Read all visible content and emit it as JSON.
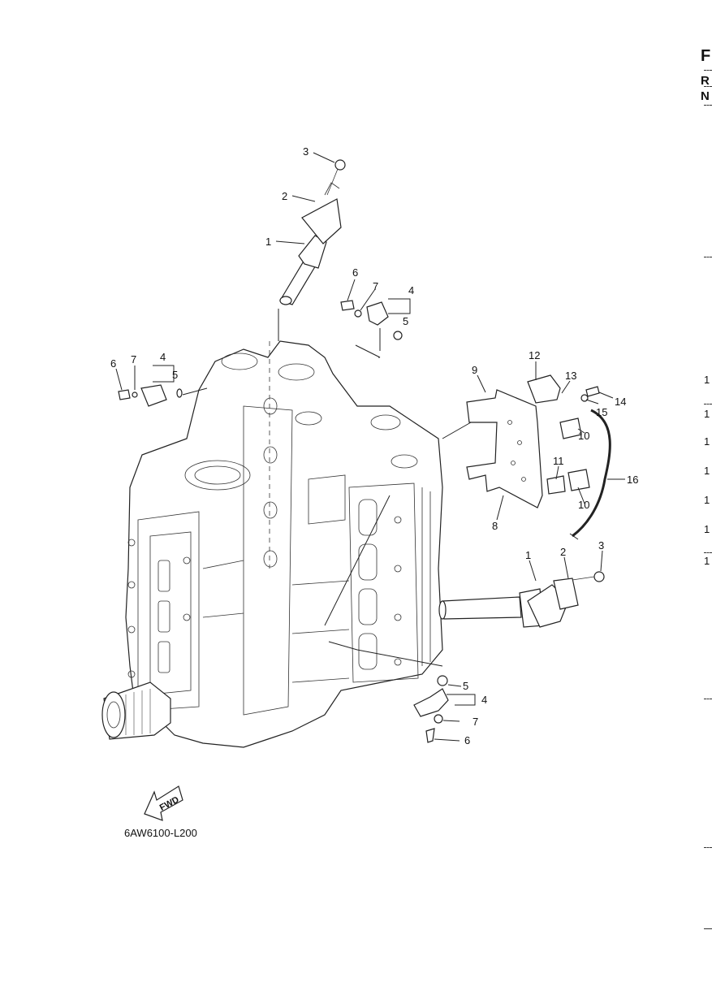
{
  "figure_code": "6AW6100-L200",
  "fwd_label": "FWD",
  "right_edge": {
    "headers": [
      "F",
      "R",
      "N"
    ],
    "row_numbers": [
      "1",
      "1",
      "1",
      "1",
      "1",
      "1",
      "1"
    ]
  },
  "callouts": {
    "c1a": "1",
    "c2a": "2",
    "c3a": "3",
    "c6a": "6",
    "c7a": "7",
    "c4a": "4",
    "c5a": "5",
    "c6b": "6",
    "c7b": "7",
    "c4b": "4",
    "c5b": "5",
    "c9": "9",
    "c12": "12",
    "c13": "13",
    "c14": "14",
    "c15": "15",
    "c16": "16",
    "c10a": "10",
    "c10b": "10",
    "c11": "11",
    "c8": "8",
    "c1b": "1",
    "c2b": "2",
    "c3b": "3",
    "c5c": "5",
    "c4c": "4",
    "c7c": "7",
    "c6c": "6"
  }
}
